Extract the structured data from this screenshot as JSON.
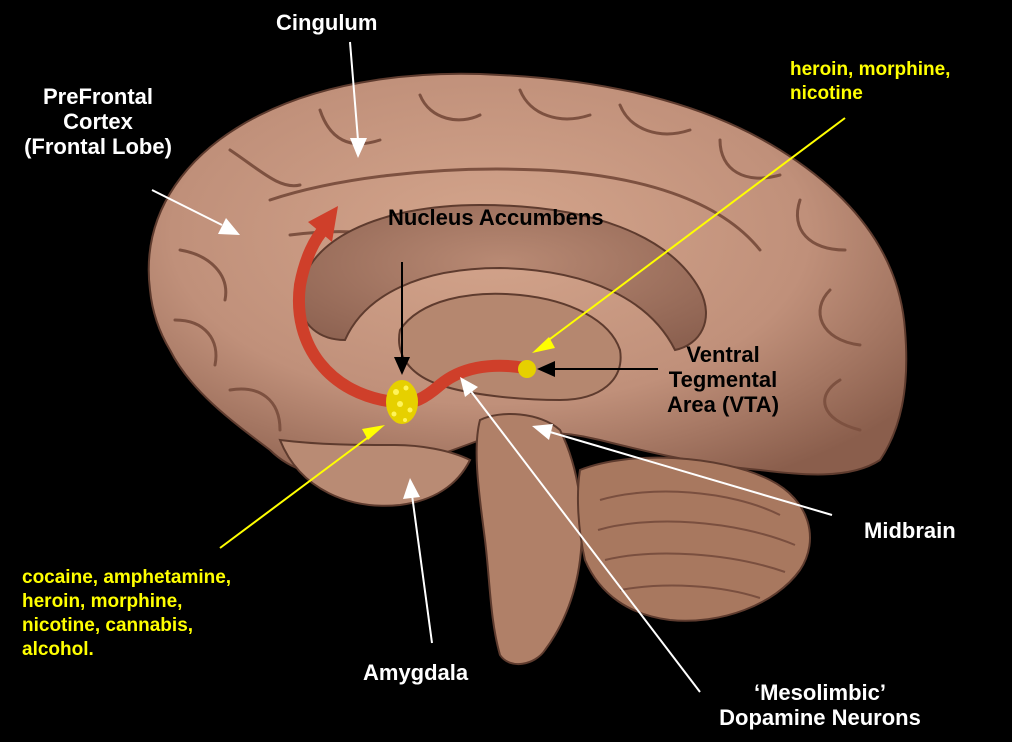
{
  "labels": {
    "cingulum": "Cingulum",
    "prefrontal_1": "PreFrontal",
    "prefrontal_2": "Cortex",
    "prefrontal_3": "(Frontal Lobe)",
    "nucleus_accumbens": "Nucleus Accumbens",
    "vta_1": "Ventral",
    "vta_2": "Tegmental",
    "vta_3": "Area (VTA)",
    "midbrain": "Midbrain",
    "amygdala": "Amygdala",
    "mesolimbic_1": "‘Mesolimbic’",
    "mesolimbic_2": "Dopamine Neurons"
  },
  "drug_labels": {
    "vta_drugs_1": "heroin, morphine,",
    "vta_drugs_2": "nicotine",
    "nacc_drugs_1": "cocaine, amphetamine,",
    "nacc_drugs_2": "heroin, morphine,",
    "nacc_drugs_3": "nicotine, cannabis,",
    "nacc_drugs_4": "alcohol."
  },
  "colors": {
    "background": "#000000",
    "brain": "#c0927a",
    "label_white": "#ffffff",
    "label_yellow": "#ffff00",
    "pathway": "#d0402a"
  }
}
